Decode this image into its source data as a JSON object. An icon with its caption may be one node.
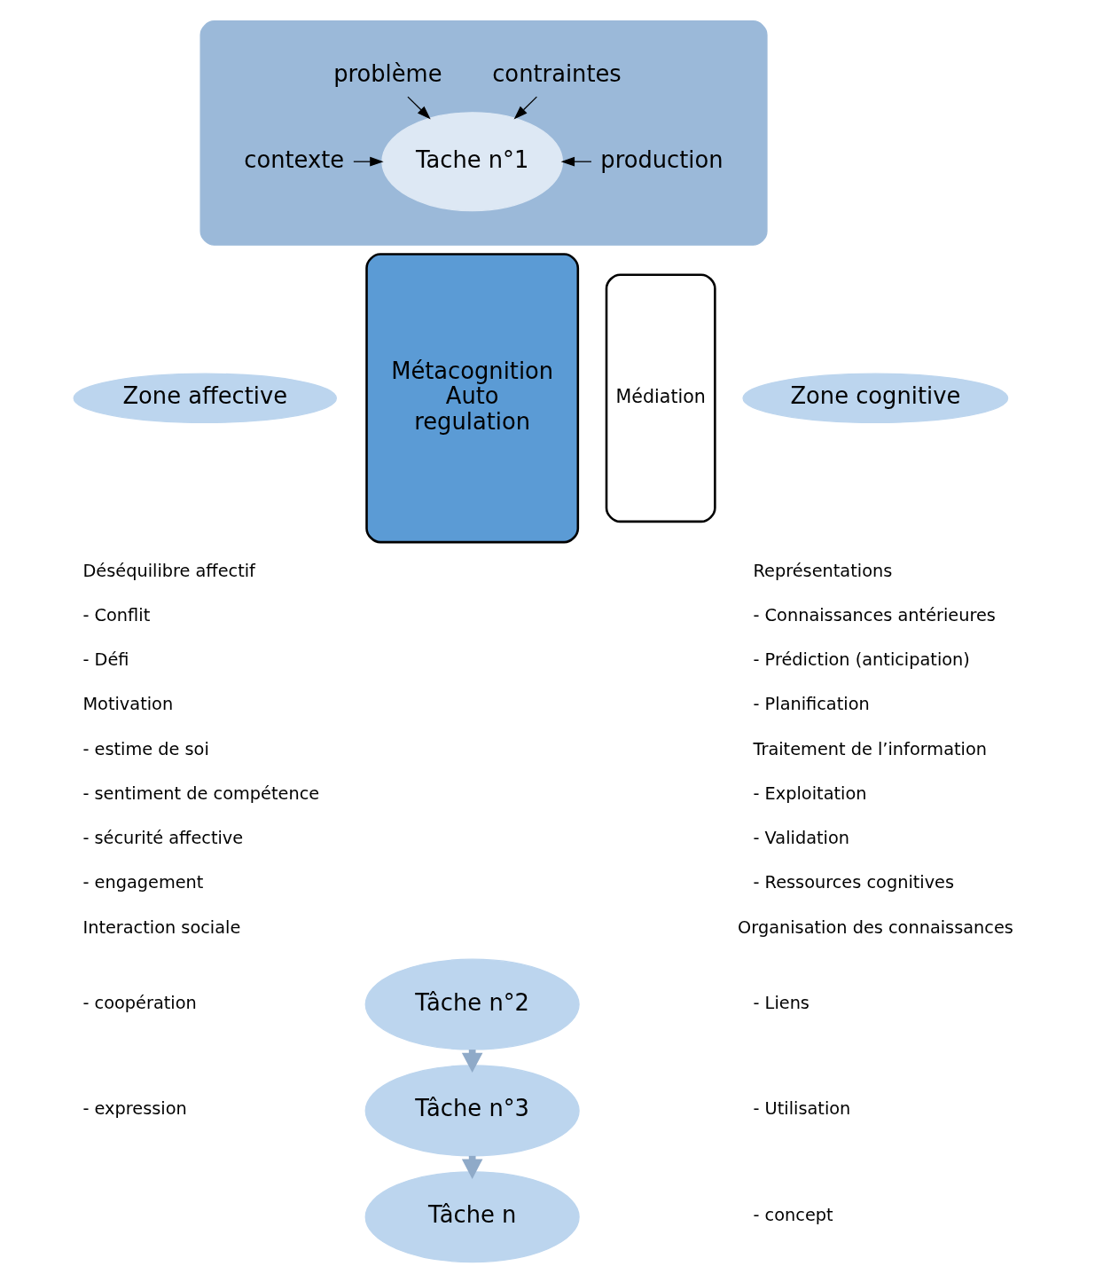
{
  "diagram": {
    "nodes": [
      {
        "text": [],
        "shape": "ellipse"
      },
      {
        "text": [
          "problème"
        ],
        "in": 0
      },
      {
        "text": [
          "contraintes"
        ],
        "in": 0
      },
      {
        "text": [
          "contexte"
        ],
        "in": 0
      },
      {
        "text": [
          "Tache n°1"
        ],
        "in": 0
      },
      {
        "text": [
          "production"
        ],
        "in": 0
      },
      {
        "text": [
          "Zone affective"
        ]
      },
      {
        "text": [
          "Métacognition",
          "Auto",
          "regulation"
        ]
      },
      {
        "text": [
          "Médiation"
        ]
      },
      {
        "text": [
          "Zone cognitive"
        ]
      },
      {
        "text": [
          "Tâche n°2"
        ]
      },
      {
        "text": [
          "Tâche n°3"
        ]
      },
      {
        "text": [
          "Tâche n"
        ]
      }
    ],
    "edges": [
      {
        "from": 1,
        "to": 4,
        "arrow": "to"
      },
      {
        "from": 2,
        "to": 4,
        "arrow": "to"
      },
      {
        "from": 3,
        "to": 4,
        "arrow": "to"
      },
      {
        "from": 5,
        "to": 4,
        "arrow": "to"
      },
      {
        "from": 10,
        "to": 11,
        "arrow": "to",
        "style": "thick",
        "color": "#8faac8"
      },
      {
        "from": 11,
        "to": 12,
        "arrow": "to",
        "style": "thick",
        "color": "#8faac8"
      }
    ],
    "labels": [
      "Déséquilibre affectif",
      "- Conflit",
      "- Défi",
      "Motivation",
      "- estime de soi",
      "- sentiment de compétence",
      "- sécurité affective",
      "- engagement",
      "Interaction sociale",
      "- coopération",
      "- expression",
      "Représentations",
      "- Connaissances antérieures",
      "- Prédiction (anticipation)",
      "- Planification",
      "Traitement de l’information",
      "- Exploitation",
      "- Validation",
      "- Ressources cognitives",
      "Organisation des connaissances",
      "- Liens",
      "- Utilisation",
      "- concept"
    ]
  }
}
